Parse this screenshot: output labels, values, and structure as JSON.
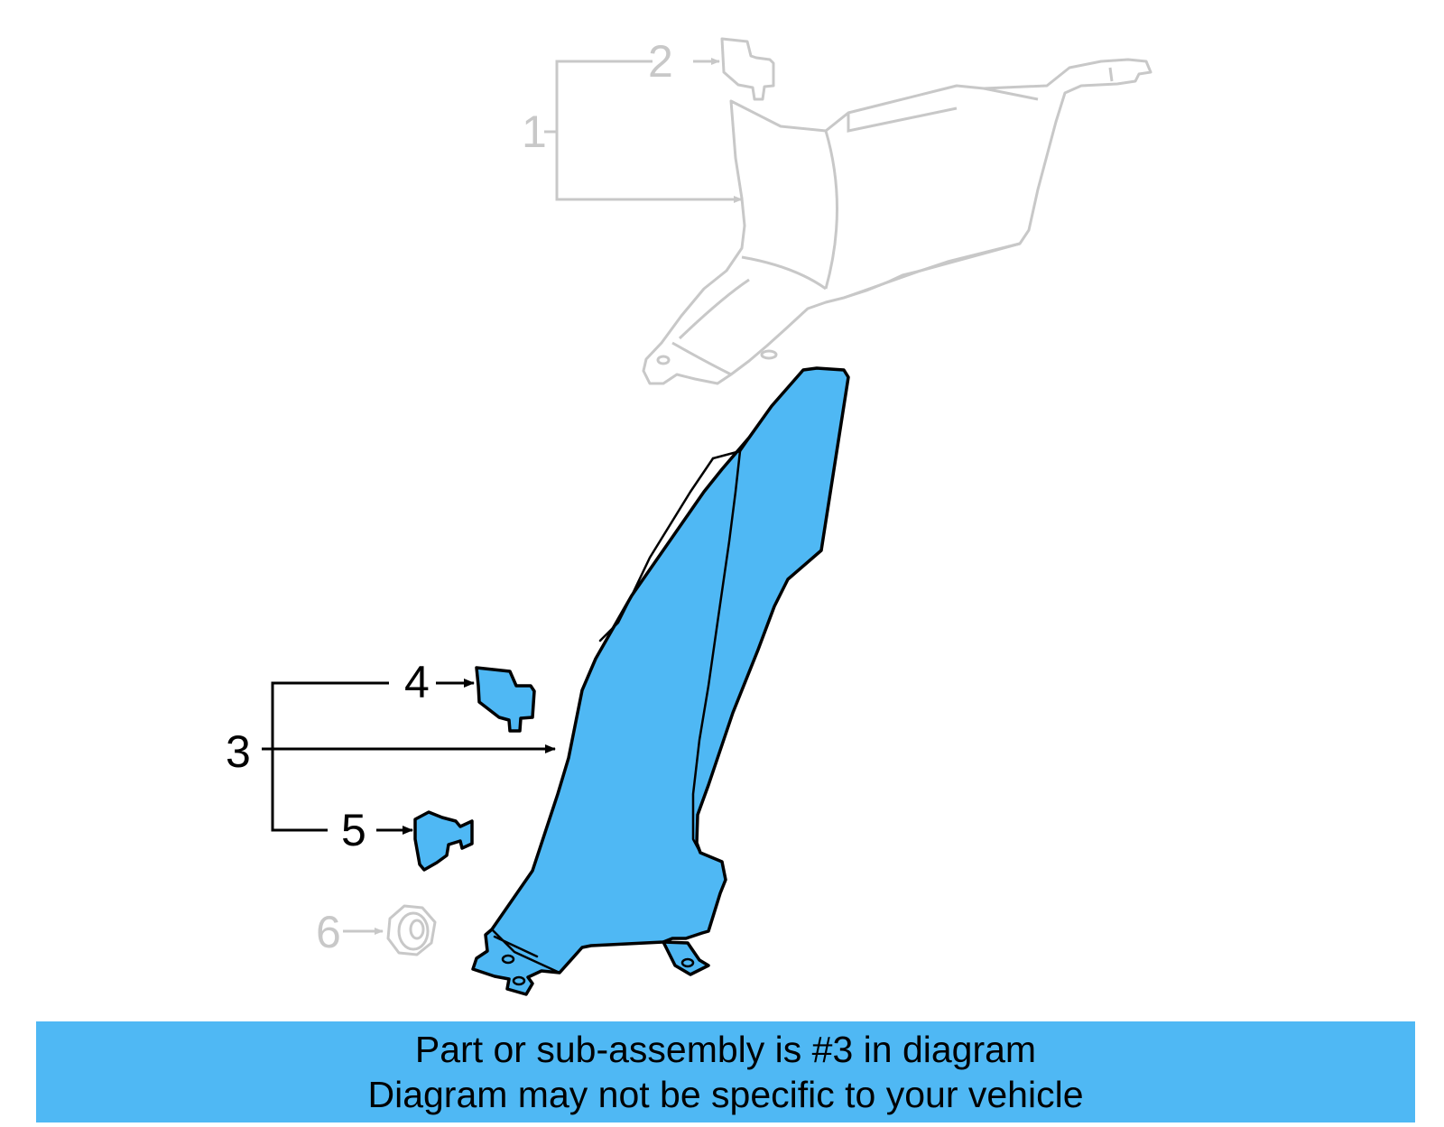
{
  "colors": {
    "highlight": "#4fb8f4",
    "faded": "#c8c8c8",
    "outline": "#000000",
    "banner": "#4fb8f4"
  },
  "callouts": {
    "c1": "1",
    "c2": "2",
    "c3": "3",
    "c4": "4",
    "c5": "5",
    "c6": "6"
  },
  "highlighted_callout": "3",
  "banner": {
    "line1": "Part or sub-assembly is #3 in diagram",
    "line2": "Diagram may not be specific to your vehicle"
  }
}
